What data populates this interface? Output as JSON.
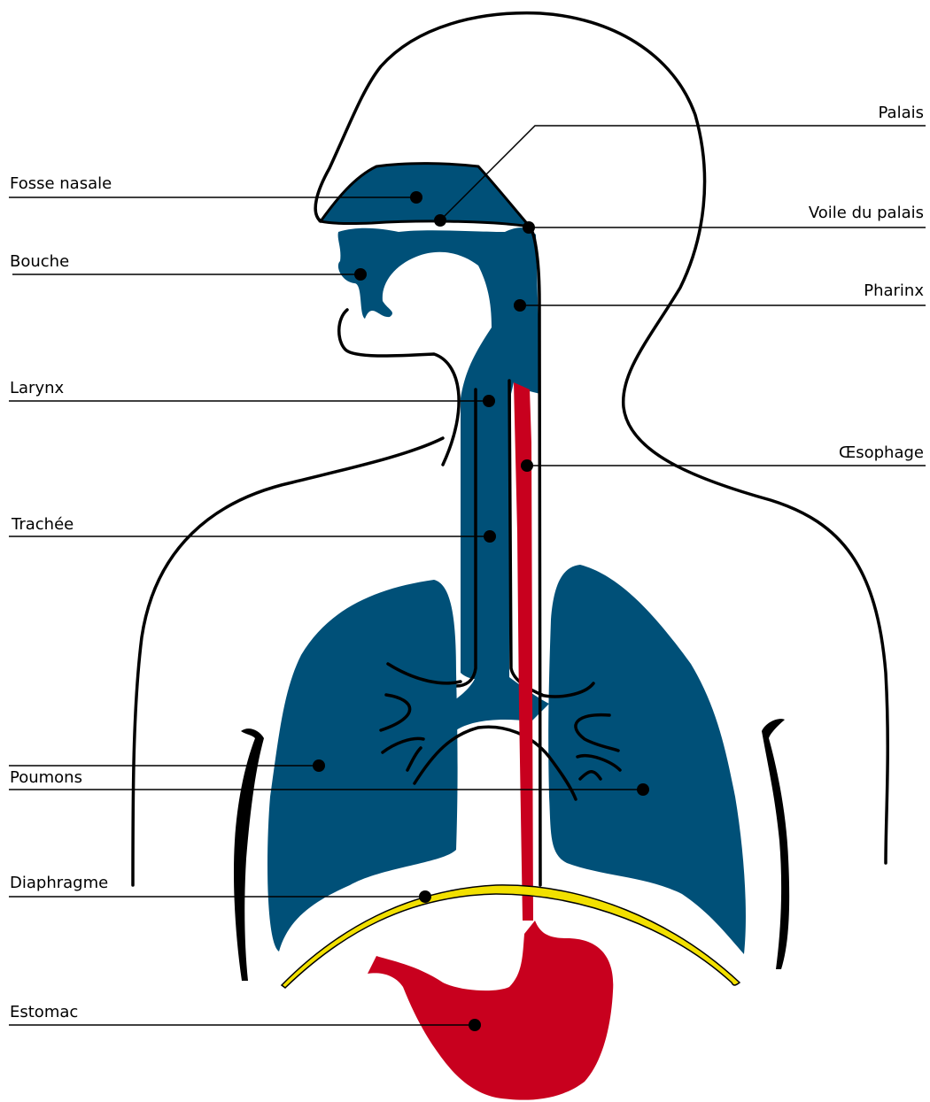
{
  "colors": {
    "airway": "#005078",
    "digestive": "#c8001e",
    "diaphragm": "#f2e000",
    "outline": "#000000",
    "background": "#ffffff"
  },
  "labels": {
    "palais": "Palais",
    "fosse_nasale": "Fosse nasale",
    "voile_du_palais": "Voile du palais",
    "bouche": "Bouche",
    "pharinx": "Pharinx",
    "larynx": "Larynx",
    "oesophage": "Œsophage",
    "trachee": "Trachée",
    "poumons": "Poumons",
    "diaphragme": "Diaphragme",
    "estomac": "Estomac"
  }
}
